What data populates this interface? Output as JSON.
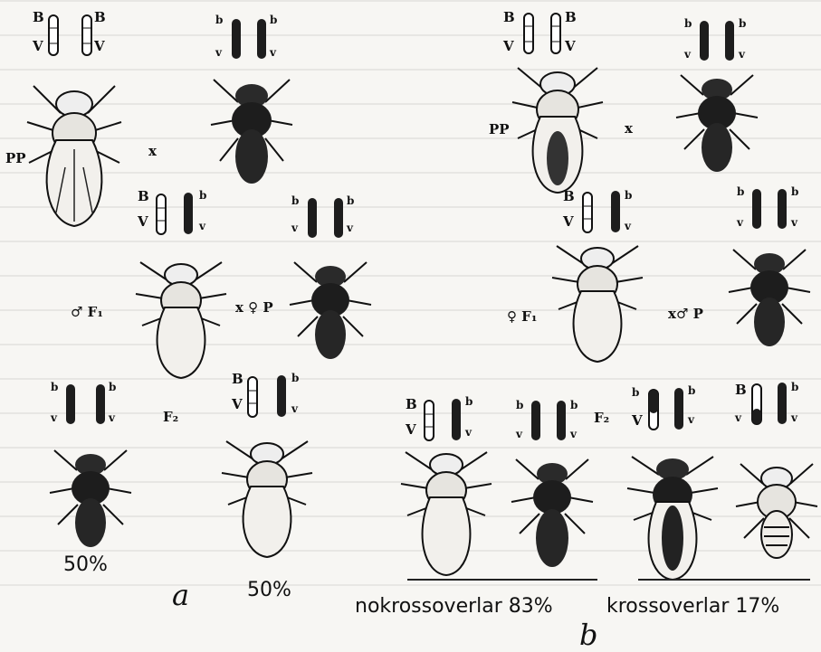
{
  "colors": {
    "dark": "#1d1d1d",
    "light": "#f4f2ee",
    "stroke": "#1a1a1a"
  },
  "alleles": {
    "B": "B",
    "V": "V",
    "b": "b",
    "v": "v"
  },
  "labels": {
    "pp": "PP",
    "cross": "x",
    "female_f1_a": "♂ F₁",
    "cross_female_p_a": "x ♀ P",
    "female_f1_b": "♀ F₁",
    "cross_male_p_b": "x♂ P",
    "f2": "F₂"
  },
  "results_a": {
    "left_pct": "50%",
    "right_pct": "50%",
    "letter": "a"
  },
  "results_b": {
    "noncrossover": "nokrossoverlar 83%",
    "crossover": "krossoverlar 17%",
    "letter": "b"
  }
}
